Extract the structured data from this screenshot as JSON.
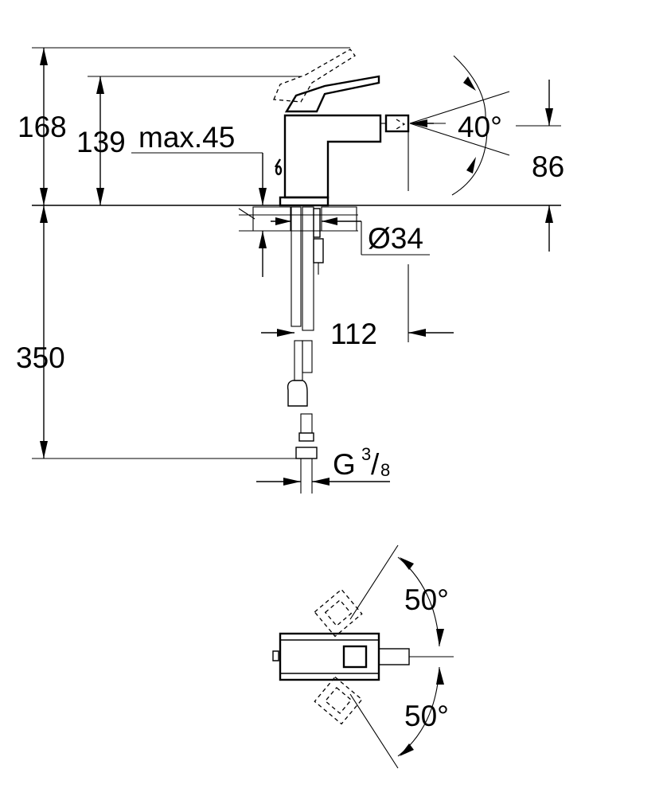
{
  "side_view": {
    "dimensions": {
      "overall_height": "168",
      "lever_height": "139",
      "max_deck_thickness": "max.45",
      "spout_angle": "40°",
      "spout_height": "86",
      "hole_diameter": "Ø34",
      "hose_length": "350",
      "spout_projection": "112",
      "connection_thread_prefix": "G",
      "connection_thread_num": "3",
      "connection_thread_den": "8"
    }
  },
  "top_view": {
    "dimensions": {
      "swivel_angle_upper": "50°",
      "swivel_angle_lower": "50°"
    }
  },
  "colors": {
    "line": "#000000",
    "background": "#ffffff"
  }
}
